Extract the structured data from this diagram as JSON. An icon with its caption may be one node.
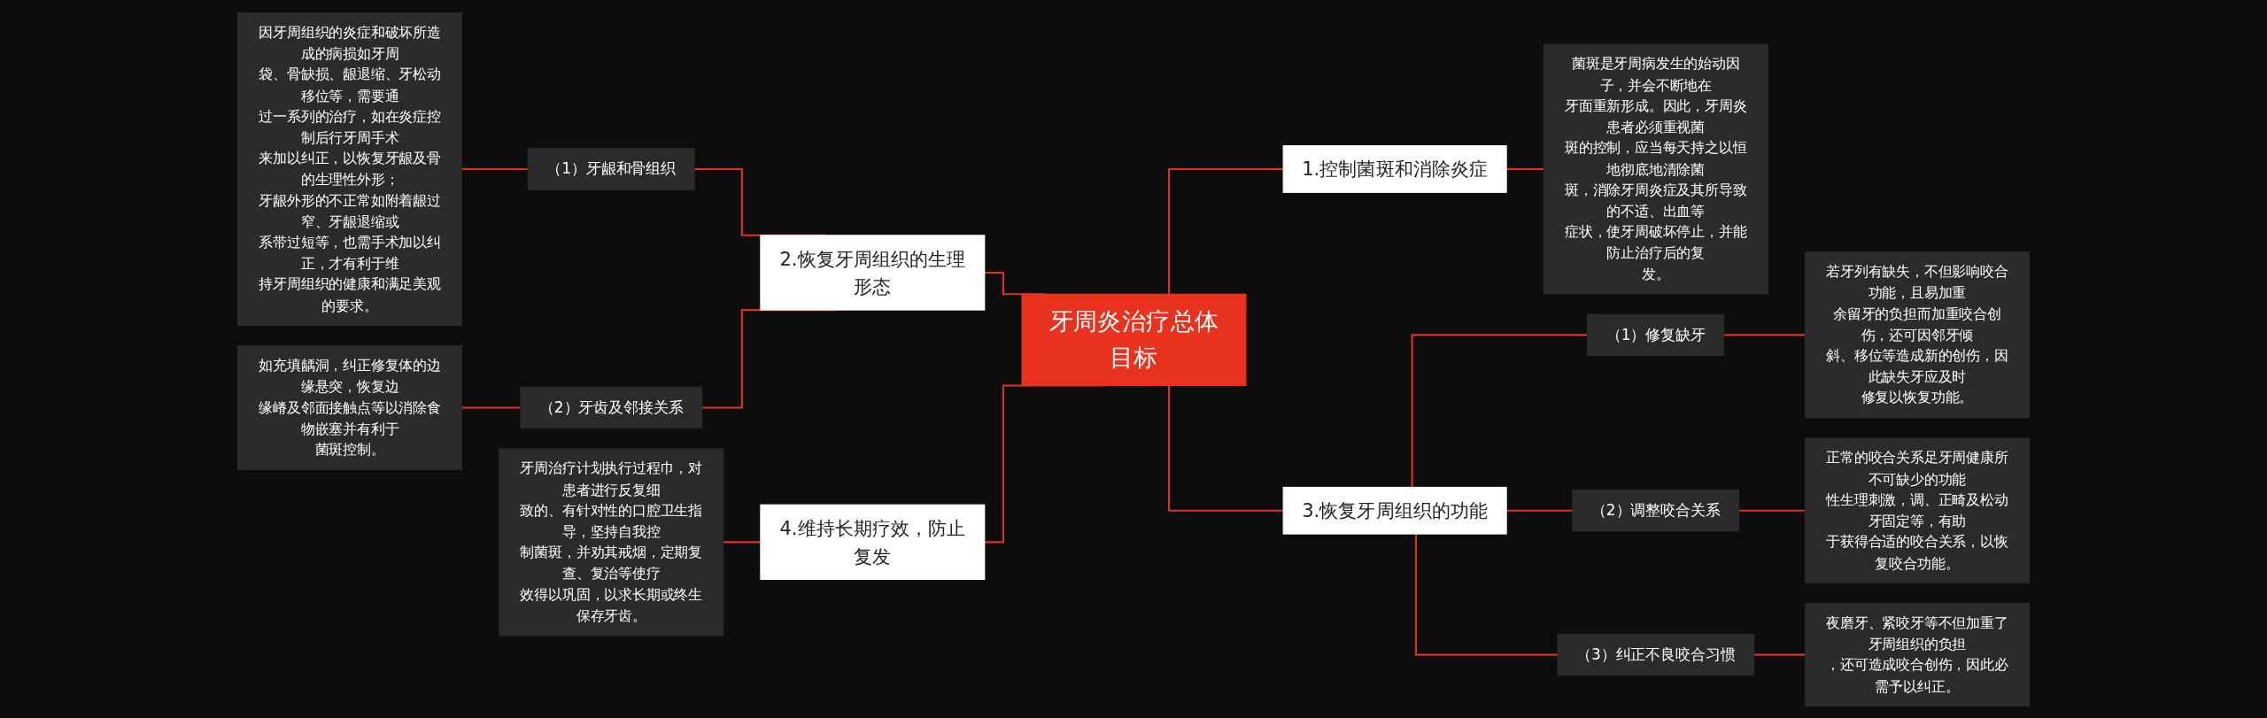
{
  "diagram": {
    "nodes": [
      {
        "text": [
          "牙周炎治疗总体目标"
        ]
      },
      {
        "text": [
          "1.控制菌斑和消除炎症"
        ]
      },
      {
        "text": [
          "菌斑是牙周病发生的始动因子，并会不断地在牙面重新形成。因此，牙周炎患者必须重视菌斑的控制，应当每天持之以恒地彻底地清除菌斑，消除牙周炎症及其所导致的不适、出血等症状，使牙周破坏停止，并能防止治疗后的复发。"
        ]
      },
      {
        "text": [
          "2.恢复牙周组织的生理形态"
        ]
      },
      {
        "text": [
          "（1）牙龈和骨组织"
        ]
      },
      {
        "text": [
          "因牙周组织的炎症和破坏所造成的病损如牙周袋、骨缺损、龈退缩、牙松动移位等，需要通过一系列的治疗，如在炎症控制后行牙周手术来加以纠正，以恢复牙龈及骨的生理性外形；牙龈外形的不正常如附着龈过窄、牙龈退缩或系带过短等，也需手术加以纠正，才有利于维持牙周组织的健康和满足美观的要求。"
        ]
      },
      {
        "text": [
          "（2）牙齿及邻接关系"
        ]
      },
      {
        "text": [
          "如充填龋洞，纠正修复体的边缘悬突，恢复边缘嵴及邻面接触点等以消除食物嵌塞并有利于菌斑控制。"
        ]
      },
      {
        "text": [
          "3.恢复牙周组织的功能"
        ]
      },
      {
        "text": [
          "（1）修复缺牙"
        ]
      },
      {
        "text": [
          "若牙列有缺失，不但影响咬合功能，且易加重余留牙的负担而加重咬合创伤，还可因邻牙倾斜、移位等造成新的创伤，因此缺失牙应及时修复以恢复功能。"
        ]
      },
      {
        "text": [
          "（2）调整咬合关系"
        ]
      },
      {
        "text": [
          "正常的咬合关系足牙周健康所不可缺少的功能性生理刺激，调、正畸及松动牙固定等，有助于获得合适的咬合关系，以恢复咬合功能。"
        ]
      },
      {
        "text": [
          "（3）纠正不良咬合习惯"
        ]
      },
      {
        "text": [
          "夜磨牙、紧咬牙等不但加重了牙周组织的负担，还可造成咬合创伤，因此必需予以纠正。"
        ]
      },
      {
        "text": [
          "4.维持长期疗效，防止复发"
        ]
      },
      {
        "text": [
          "牙周治疗计划执行过程巾，对患者进行反复细致的、有针对性的口腔卫生指导，坚持自我控制菌斑，并劝其戒烟，定期复查、复治等使疗效得以巩固，以求长期或终生保存牙齿。"
        ]
      }
    ],
    "edges": [
      {
        "from": 0,
        "to": 1,
        "arrow": "none"
      },
      {
        "from": 1,
        "to": 2,
        "arrow": "none"
      },
      {
        "from": 3,
        "to": 0,
        "arrow": "none"
      },
      {
        "from": 4,
        "to": 3,
        "arrow": "none"
      },
      {
        "from": 5,
        "to": 4,
        "arrow": "none"
      },
      {
        "from": 6,
        "to": 3,
        "arrow": "none"
      },
      {
        "from": 7,
        "to": 6,
        "arrow": "none"
      },
      {
        "from": 0,
        "to": 8,
        "arrow": "none"
      },
      {
        "from": 8,
        "to": 9,
        "arrow": "none"
      },
      {
        "from": 9,
        "to": 10,
        "arrow": "none"
      },
      {
        "from": 8,
        "to": 11,
        "arrow": "none"
      },
      {
        "from": 11,
        "to": 12,
        "arrow": "none"
      },
      {
        "from": 8,
        "to": 13,
        "arrow": "none"
      },
      {
        "from": 13,
        "to": 14,
        "arrow": "none"
      },
      {
        "from": 15,
        "to": 0,
        "arrow": "none"
      },
      {
        "from": 16,
        "to": 15,
        "arrow": "none"
      }
    ]
  }
}
